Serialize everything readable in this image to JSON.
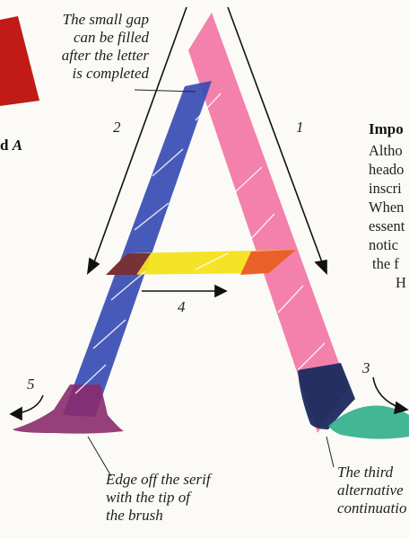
{
  "annotations": {
    "gap_note": "The small gap\ncan be filled\nafter the letter\nis completed",
    "serif_note": "Edge off the serif\nwith the tip of\nthe brush",
    "third_note": "The third\nalternative\ncontinuatio"
  },
  "stroke_numbers": {
    "s1": "1",
    "s2": "2",
    "s3": "3",
    "s4": "4",
    "s5": "5"
  },
  "left_caption": {
    "prefix": "d",
    "letter": "A"
  },
  "body_text": {
    "heading": "Impo",
    "lines": [
      "Altho",
      "heado",
      "inscri",
      "When",
      "essent",
      "notic",
      "the f",
      "H"
    ]
  },
  "colors": {
    "stroke_1": "#f27aa6",
    "stroke_2": "#3a4db4",
    "crossbar": "#f4e21a",
    "serif_left": "#8a2a6e",
    "serif_right": "#1a2a5e",
    "continuation": "#2fae88",
    "corner_swatch": "#c01b16"
  }
}
